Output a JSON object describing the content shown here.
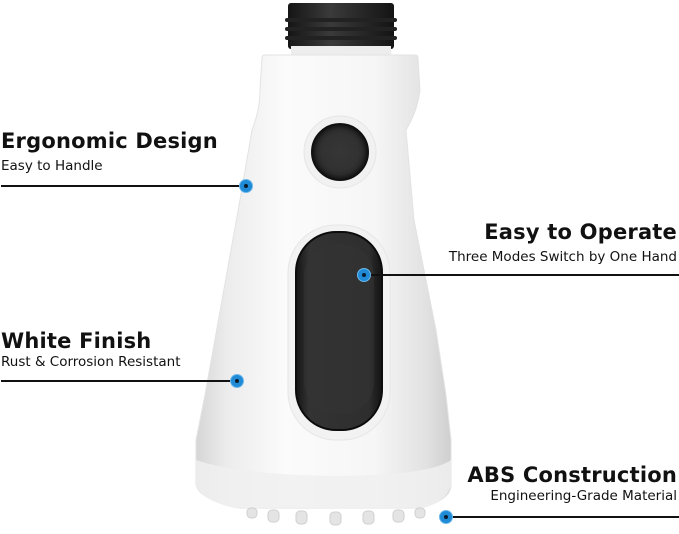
{
  "product": {
    "name": "white pull-down faucet spray head",
    "colors": {
      "body": "#f4f4f4",
      "accent_dark": "#2b2b2b",
      "thread": "#1e1e1e",
      "marker": "#1f8ad6"
    }
  },
  "callouts": [
    {
      "id": "ergonomic",
      "title": "Ergonomic Design",
      "subtitle": "Easy to Handle",
      "side": "left"
    },
    {
      "id": "operate",
      "title": "Easy to Operate",
      "subtitle": "Three Modes Switch by One Hand",
      "side": "right"
    },
    {
      "id": "finish",
      "title": "White Finish",
      "subtitle": "Rust & Corrosion Resistant",
      "side": "left"
    },
    {
      "id": "abs",
      "title": "ABS Construction",
      "subtitle": "Engineering-Grade Material",
      "side": "right"
    }
  ]
}
